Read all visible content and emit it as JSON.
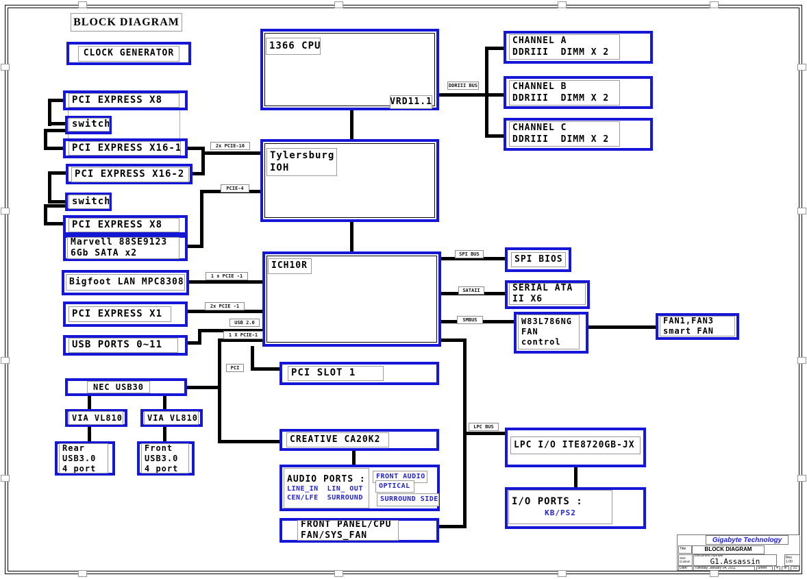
{
  "header": {
    "title": "BLOCK DIAGRAM"
  },
  "colors": {
    "box_blue": "#1616d6",
    "wire": "#000000",
    "text_blue": "#2424cc",
    "gray_border": "#9b9b9b"
  },
  "boxes": {
    "clock_generator": {
      "label": "CLOCK GENERATOR"
    },
    "pci_express_x8_top": {
      "label": "PCI EXPRESS X8"
    },
    "switch_top": {
      "label": "switch"
    },
    "pci_express_x16_1": {
      "label": "PCI EXPRESS X16-1"
    },
    "pci_express_x16_2": {
      "label": "PCI EXPRESS X16-2"
    },
    "switch_bottom": {
      "label": "switch"
    },
    "pci_express_x8_bottom": {
      "label": "PCI EXPRESS X8"
    },
    "marvell": {
      "line1": "Marvell 88SE9123",
      "line2": "6Gb SATA x2"
    },
    "bigfoot_lan": {
      "label": "Bigfoot LAN MPC8308"
    },
    "pci_express_x1": {
      "label": "PCI EXPRESS X1"
    },
    "usb_ports": {
      "label": "USB PORTS 0~11"
    },
    "nec_usb30": {
      "label": "NEC USB30"
    },
    "via_vl810_left": {
      "label": "VIA VL810"
    },
    "via_vl810_right": {
      "label": "VIA VL810"
    },
    "rear_usb3": {
      "line1": "Rear",
      "line2": "USB3.0",
      "line3": "4 port"
    },
    "front_usb3": {
      "line1": "Front",
      "line2": "USB3.0",
      "line3": "4 port"
    },
    "cpu": {
      "label": "1366 CPU",
      "vrd": "VRD11.1"
    },
    "tylersburg": {
      "line1": "Tylersburg",
      "line2": "IOH"
    },
    "ich10r": {
      "label": "ICH10R"
    },
    "pci_slot1": {
      "label": "PCI SLOT 1"
    },
    "creative": {
      "label": "CREATIVE CA20K2"
    },
    "audio_ports": {
      "title": "AUDIO PORTS :",
      "row1": "LINE_IN  LIN_ OUT",
      "row2": "CEN/LFE  SURROUND",
      "front_audio": "FRONT AUDIO",
      "optical": "OPTICAL",
      "surround_side": "SURROUND SIDE"
    },
    "front_panel": {
      "line1": "FRONT PANEL/CPU",
      "line2": "FAN/SYS_FAN"
    },
    "channel_a": {
      "line1": "CHANNEL A",
      "line2": "DDRIII  DIMM X 2"
    },
    "channel_b": {
      "line1": "CHANNEL B",
      "line2": "DDRIII  DIMM X 2"
    },
    "channel_c": {
      "line1": "CHANNEL C",
      "line2": "DDRIII  DIMM X 2"
    },
    "spi_bios": {
      "label": "SPI BIOS"
    },
    "serial_ata": {
      "line1": "SERIAL ATA",
      "line2": "II X6"
    },
    "fan_controller": {
      "line1": "W83L786NG",
      "line2": "FAN",
      "line3": "control"
    },
    "smart_fan": {
      "line1": "FAN1,FAN3",
      "line2": "smart FAN"
    },
    "lpc_io": {
      "label": "LPC I/O ITE8720GB-JX"
    },
    "io_ports": {
      "title": "I/O PORTS :",
      "value": "KB/PS2"
    }
  },
  "bus_labels": {
    "ddriii_bus": "DDRIII BUS",
    "pcie16": "2x PCIE-16",
    "pcie4": "PCIE-4",
    "pcie1_bigfoot": "1 x PCIE -1",
    "pcie1_x1": "2x PCIE -1",
    "usb20": "USB 2.0",
    "pcie1_trunk": "1 X PCIE-1",
    "pci": "PCI",
    "spi_bus": "SPI BUS",
    "sataii": "SATAII",
    "smbus": "SMBUS",
    "lpc_bus": "LPC BUS"
  },
  "title_block": {
    "company": "Gigabyte Technology",
    "title_label": "Title",
    "title": "BLOCK DIAGRAM",
    "size_label": "Size",
    "size": "Custom",
    "doc_label": "Document Number",
    "doc_number": "G1.Assassin",
    "rev_label": "Rev",
    "rev": "1.00",
    "date_label": "Date:",
    "date": "Tuesday, January 04, 2011",
    "sheet_label": "Sheet",
    "sheet": "4",
    "of_label": "of",
    "total": "21"
  }
}
